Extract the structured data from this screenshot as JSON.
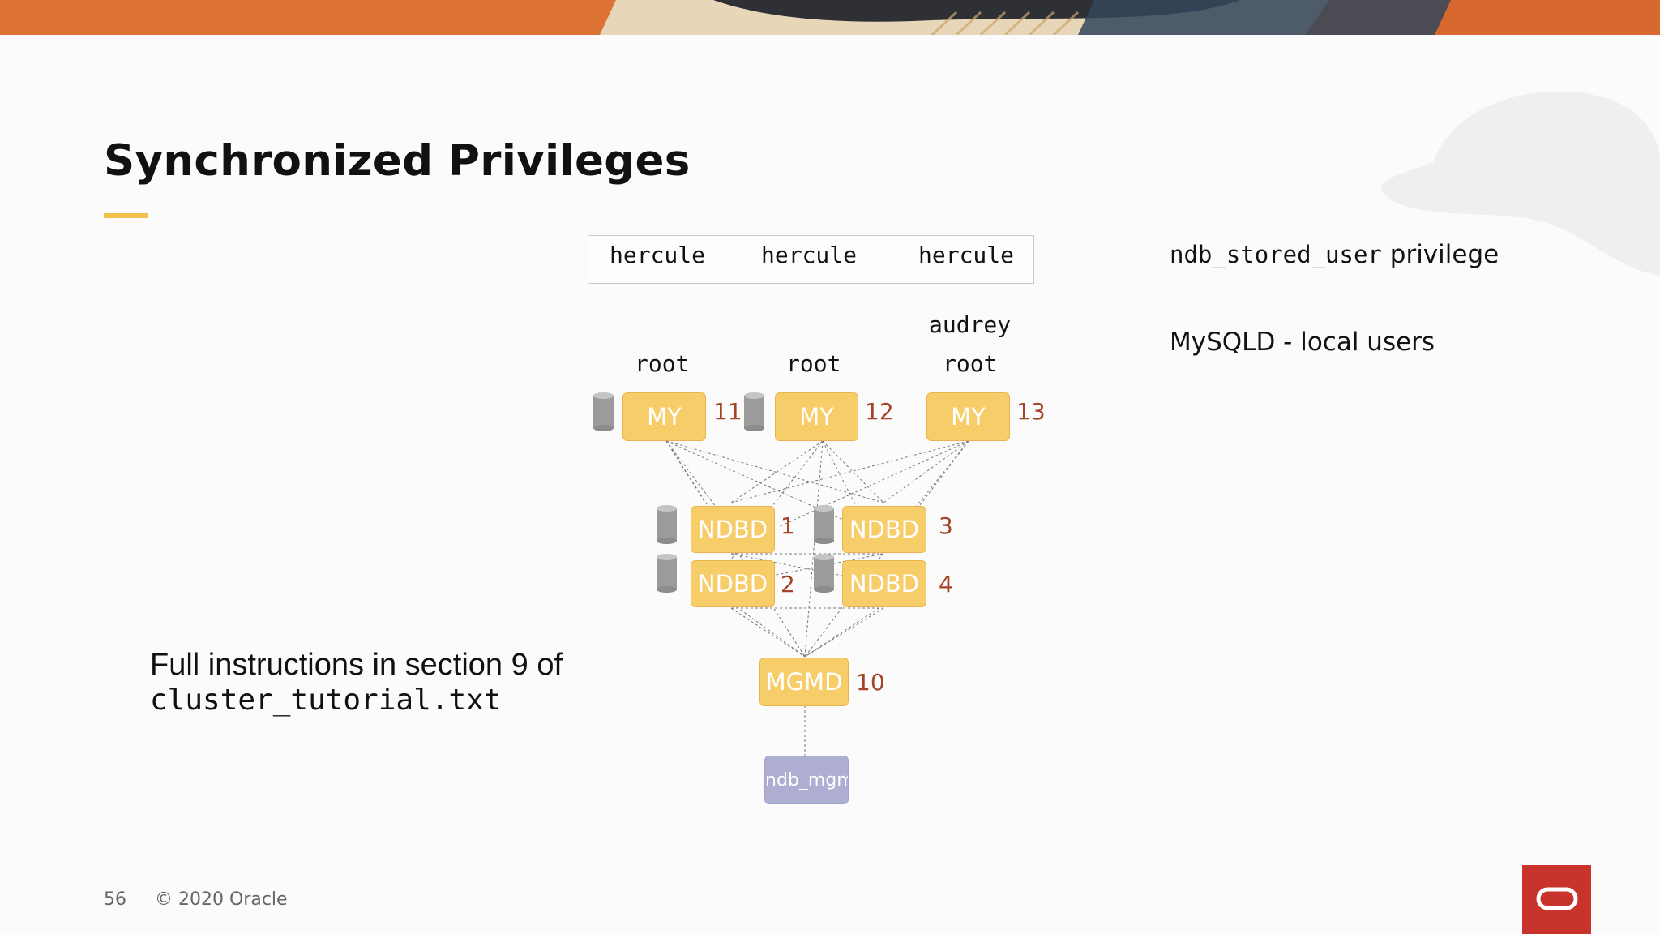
{
  "slide": {
    "title": "Synchronized Privileges",
    "page_number": "56",
    "copyright": "© 2020 Oracle"
  },
  "diagram": {
    "hosts": [
      "hercule",
      "hercule",
      "hercule"
    ],
    "extra_user": "audrey",
    "users": [
      "root",
      "root",
      "root"
    ],
    "sql_nodes": [
      {
        "label": "MY",
        "id": "11"
      },
      {
        "label": "MY",
        "id": "12"
      },
      {
        "label": "MY",
        "id": "13"
      }
    ],
    "data_nodes": [
      {
        "label": "NDBD",
        "id": "1"
      },
      {
        "label": "NDBD",
        "id": "3"
      },
      {
        "label": "NDBD",
        "id": "2"
      },
      {
        "label": "NDBD",
        "id": "4"
      }
    ],
    "mgmt_node": {
      "label": "MGMD",
      "id": "10"
    },
    "client": {
      "label": "ndb_mgm"
    }
  },
  "notes": {
    "privilege_code": "ndb_stored_user",
    "privilege_text": "privilege",
    "local_users": "MySQLD - local users"
  },
  "instructions": {
    "line1": "Full instructions in section 9 of",
    "file": "cluster_tutorial.txt"
  },
  "colors": {
    "node_fill": "#f7cd6a",
    "node_id_text": "#a4442a",
    "client_fill": "#aeaed3",
    "accent_bar": "#f0c24b",
    "logo": "#c8332b"
  },
  "icons": [
    "database-cylinder-icon",
    "oracle-logo-icon"
  ]
}
